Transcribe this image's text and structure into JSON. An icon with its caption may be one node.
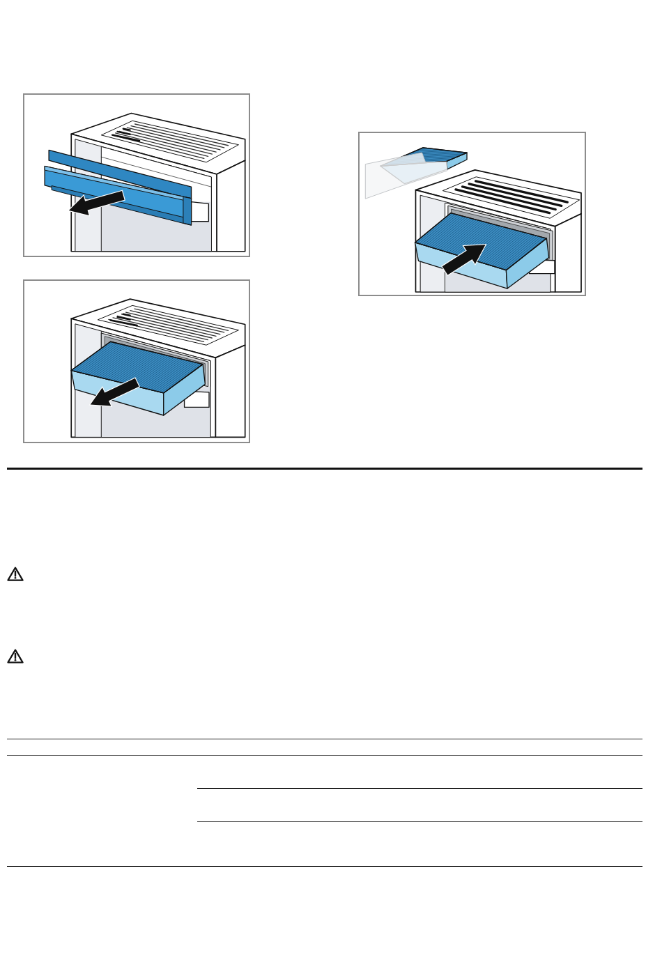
{
  "diagram": {
    "nodes": [
      {
        "text": [],
        "shape": "picture"
      },
      {
        "text": [],
        "shape": "picture"
      },
      {
        "text": [],
        "shape": "picture"
      }
    ]
  }
}
